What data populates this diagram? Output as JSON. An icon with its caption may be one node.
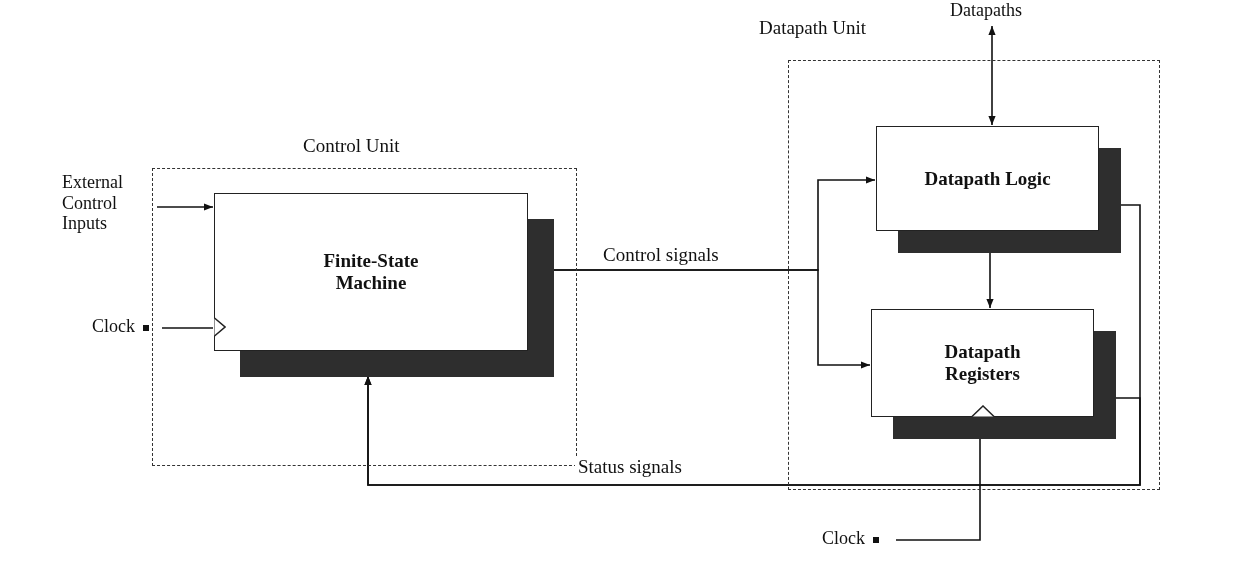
{
  "diagram": {
    "nodes": [
      {
        "text": [
          "Control Unit"
        ]
      },
      {
        "text": [
          "Finite-State Machine"
        ],
        "in": 0
      },
      {
        "text": [
          "Datapath Unit"
        ]
      },
      {
        "text": [
          "Datapath Logic"
        ],
        "in": 2
      },
      {
        "text": [
          "Datapath Registers"
        ],
        "in": 2
      },
      {
        "text": [
          "External Control Inputs"
        ]
      },
      {
        "text": [
          "Clock"
        ]
      },
      {
        "text": [
          "Clock"
        ]
      },
      {
        "text": [
          "Datapaths"
        ]
      }
    ],
    "edges": [
      {
        "from": 5,
        "to": 1,
        "arrow": "to"
      },
      {
        "from": 6,
        "to": 1,
        "arrow": "none"
      },
      {
        "from": 1,
        "to": 3,
        "arrow": "to",
        "label": "Control signals"
      },
      {
        "from": 1,
        "to": 4,
        "arrow": "to"
      },
      {
        "from": 8,
        "to": 3,
        "arrow": "both"
      },
      {
        "from": 3,
        "to": 4,
        "arrow": "to"
      },
      {
        "from": 7,
        "to": 4,
        "arrow": "none"
      },
      {
        "from": 3,
        "to": 1,
        "arrow": "to"
      },
      {
        "from": 4,
        "to": 1,
        "arrow": "to",
        "label": "Status signals"
      }
    ]
  }
}
